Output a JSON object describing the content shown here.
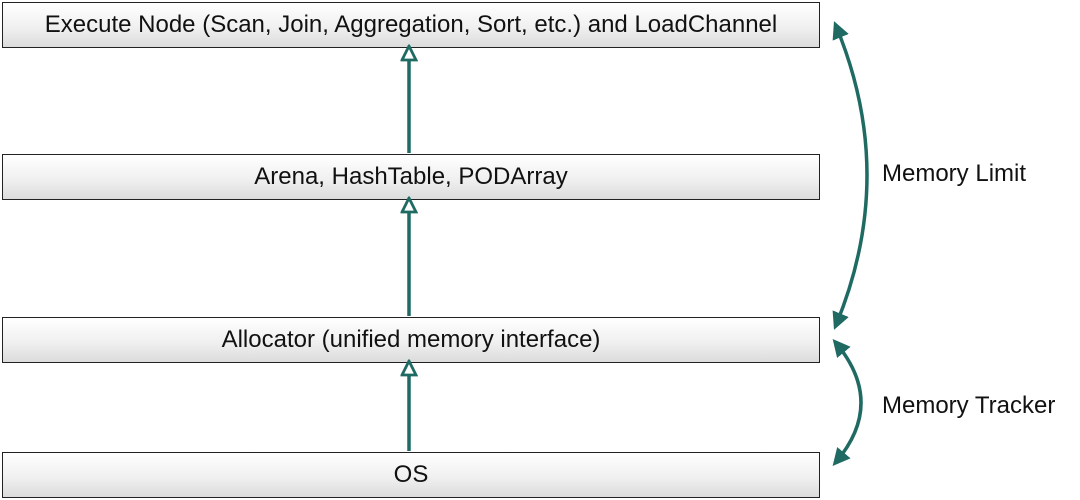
{
  "layers": {
    "execute": "Execute Node (Scan, Join, Aggregation, Sort, etc.) and LoadChannel",
    "arena": "Arena, HashTable, PODArray",
    "allocator": "Allocator (unified memory interface)",
    "os": "OS"
  },
  "ranges": {
    "memory_limit": "Memory Limit",
    "memory_tracker": "Memory Tracker"
  },
  "colors": {
    "arrow": "#1f6b63",
    "box_border": "#222222"
  }
}
